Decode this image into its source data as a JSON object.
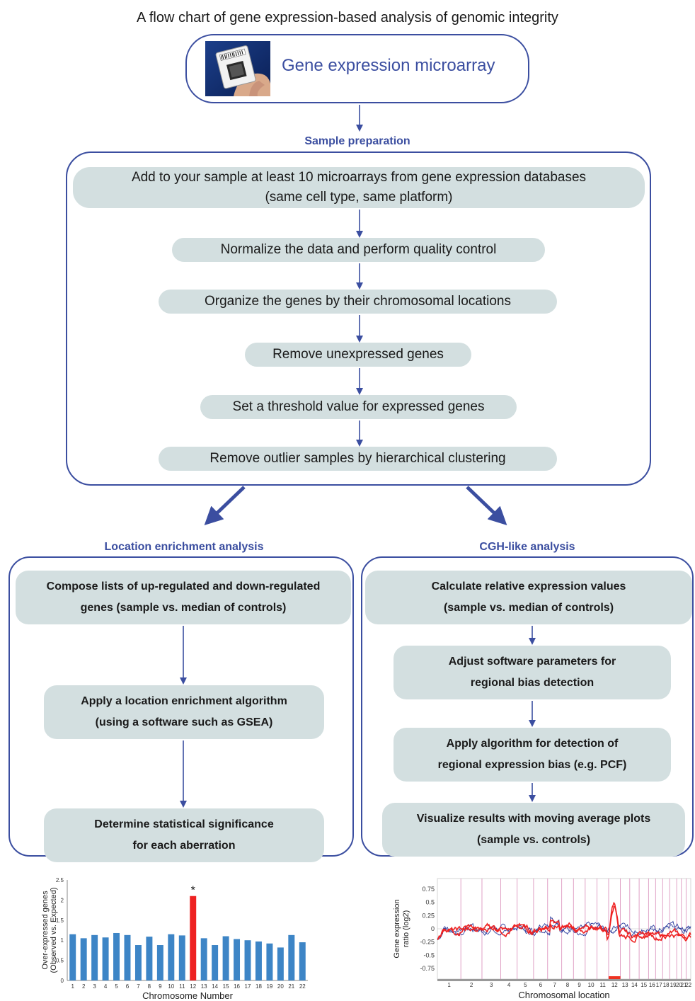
{
  "title": "A flow chart of gene expression-based analysis of genomic integrity",
  "top": {
    "label": "Gene expression microarray"
  },
  "sample_prep": {
    "title": "Sample preparation",
    "steps": [
      {
        "line1": "Add to your sample at least 10 microarrays from gene expression databases",
        "line2": "(same cell type, same platform)"
      },
      {
        "line1": "Normalize the data and perform quality control"
      },
      {
        "line1": "Organize the genes by their chromosomal locations"
      },
      {
        "line1": "Remove unexpressed genes"
      },
      {
        "line1": "Set a threshold value for expressed genes"
      },
      {
        "line1": "Remove outlier samples by hierarchical clustering"
      }
    ]
  },
  "location": {
    "title": "Location enrichment analysis",
    "steps": [
      {
        "line1": "Compose lists of up-regulated and down-regulated",
        "line2": "genes (sample vs. median of controls)"
      },
      {
        "line1": "Apply a location enrichment algorithm",
        "line2": "(using a software such as GSEA)"
      },
      {
        "line1": "Determine statistical significance",
        "line2": "for each aberration"
      }
    ]
  },
  "cgh": {
    "title": "CGH-like analysis",
    "steps": [
      {
        "line1": "Calculate relative expression values",
        "line2": "(sample vs. median of controls)"
      },
      {
        "line1": "Adjust software parameters for",
        "line2": "regional bias detection"
      },
      {
        "line1": "Apply algorithm for detection of",
        "line2": "regional expression bias (e.g. PCF)"
      },
      {
        "line1": "Visualize results with moving average plots",
        "line2": "(sample vs. controls)"
      }
    ]
  },
  "chart_data": [
    {
      "type": "bar",
      "xlabel": "Chromosome Number",
      "ylabel": "Over-expressed genes (Observed vs. Expected)",
      "ylim": [
        0,
        2.5
      ],
      "yticks": [
        "0",
        "0.5",
        "1",
        "1.5",
        "2",
        "2.5"
      ],
      "categories": [
        "1",
        "2",
        "3",
        "4",
        "5",
        "6",
        "7",
        "8",
        "9",
        "10",
        "11",
        "12",
        "13",
        "14",
        "15",
        "16",
        "17",
        "18",
        "19",
        "20",
        "21",
        "22"
      ],
      "values": [
        1.15,
        1.05,
        1.13,
        1.07,
        1.18,
        1.13,
        0.88,
        1.09,
        0.88,
        1.15,
        1.12,
        2.1,
        1.05,
        0.88,
        1.1,
        1.03,
        1.0,
        0.97,
        0.92,
        0.82,
        1.13,
        0.95
      ],
      "highlight": {
        "category": "12",
        "marker": "*",
        "color": "#ee2222"
      },
      "bar_color": "#3d85c6"
    },
    {
      "type": "line",
      "xlabel": "Chromosomal location",
      "ylabel": "Gene expression ratio (log2)",
      "ylim": [
        -0.95,
        0.95
      ],
      "yticks": [
        "0.75",
        "0.5",
        "0.25",
        "0",
        "-0.25",
        "-0.5",
        "-0.75"
      ],
      "chromosomes": [
        "1",
        "2",
        "3",
        "4",
        "5",
        "6",
        "7",
        "8",
        "9",
        "10",
        "11",
        "12",
        "13",
        "14",
        "15",
        "16",
        "17",
        "18",
        "19",
        "20",
        "21",
        "22"
      ],
      "series_colors": {
        "sample": "#ee2222",
        "controls": "#2e3f9e"
      },
      "sample_peak": {
        "chromosome": "12",
        "value": 0.6
      }
    }
  ]
}
